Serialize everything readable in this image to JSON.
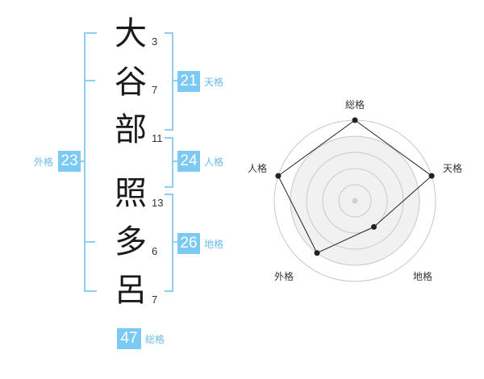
{
  "name_chars": [
    {
      "char": "大",
      "strokes": "3"
    },
    {
      "char": "谷",
      "strokes": "7"
    },
    {
      "char": "部",
      "strokes": "11"
    },
    {
      "char": "照",
      "strokes": "13"
    },
    {
      "char": "多",
      "strokes": "6"
    },
    {
      "char": "呂",
      "strokes": "7"
    }
  ],
  "fortunes": {
    "tenkaku": {
      "value": "21",
      "label": "天格"
    },
    "jinkaku": {
      "value": "24",
      "label": "人格"
    },
    "chikaku": {
      "value": "26",
      "label": "地格"
    },
    "gaikaku": {
      "value": "23",
      "label": "外格"
    },
    "soukaku": {
      "value": "47",
      "label": "総格"
    }
  },
  "colors": {
    "accent": "#7ccaf3",
    "bracket": "#8fcdf3",
    "accent_text": "#6cbcea"
  },
  "chart_data": {
    "type": "radar",
    "axes": [
      "総格",
      "天格",
      "地格",
      "外格",
      "人格"
    ],
    "values": [
      5,
      5,
      2,
      4,
      5
    ],
    "max": 5,
    "rings": 5
  }
}
